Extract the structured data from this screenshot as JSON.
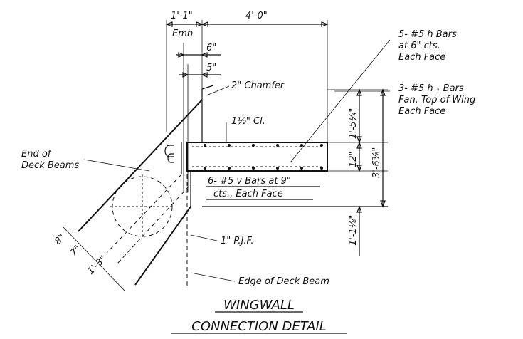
{
  "dimensions": {
    "emb_top": "1'-1\"",
    "emb_label": "Emb",
    "width": "4'-0\"",
    "six_in": "6\"",
    "five_in": "5\"",
    "top_height": "1'-5¼\"",
    "mid_height": "12\"",
    "total_height": "3'-6⅜\"",
    "bottom_height": "1'-1⅛\"",
    "beam_8": "8\"",
    "beam_7": "7\"",
    "beam_15": "1'-3\""
  },
  "callouts": {
    "h_bars": [
      "5- #5 h Bars",
      "at 6\" cts.",
      "Each Face"
    ],
    "h1_bars": [
      "3- #5 h",
      "Bars",
      "Fan, Top of Wing",
      "Each Face"
    ],
    "chamfer": "2\" Chamfer",
    "clear_cover": "1½\" Cl.",
    "end_of_deck": [
      "End of",
      "Deck Beams"
    ],
    "v_bars": [
      "6- #5 v Bars at 9\"",
      "cts., Each Face"
    ],
    "pjf": "1\" P.J.F.",
    "edge_beam": "Edge of Deck Beam"
  },
  "title": [
    "WINGWALL",
    "CONNECTION DETAIL"
  ]
}
